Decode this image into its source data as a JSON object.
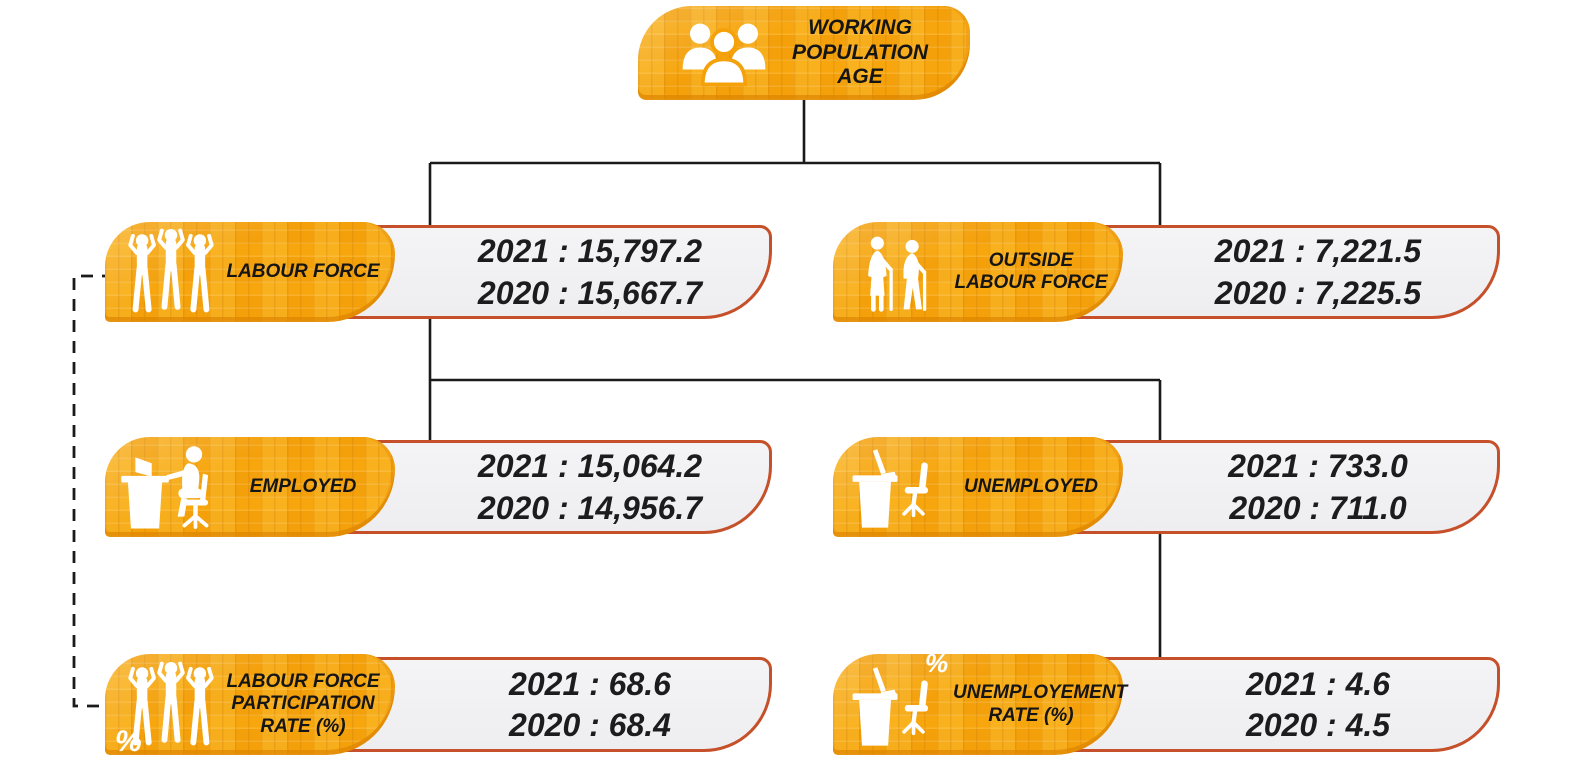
{
  "palette": {
    "badge_yellow": "#F7A60D",
    "badge_yellow_light": "#FFCE4A",
    "badge_yellow_dark": "#DB8300",
    "panel_background": "#F1F1F4",
    "panel_border": "#C5502A",
    "connector_line": "#1A1A1A",
    "text_color": "#1C1C1C",
    "icon_color": "#FFFFFF"
  },
  "nodes": {
    "working_population_age": {
      "label": "WORKING POPULATION AGE",
      "icon": "people-group-icon"
    },
    "labour_force": {
      "label": "LABOUR FORCE",
      "icon": "labour-force-people-icon",
      "values": [
        "2021 : 15,797.2",
        "2020 : 15,667.7"
      ]
    },
    "outside_labour_force": {
      "label": "OUTSIDE LABOUR FORCE",
      "icon": "elderly-couple-icon",
      "values": [
        "2021 : 7,221.5",
        "2020 : 7,225.5"
      ]
    },
    "employed": {
      "label": "EMPLOYED",
      "icon": "person-at-desk-icon",
      "values": [
        "2021 : 15,064.2",
        "2020 : 14,956.7"
      ]
    },
    "unemployed": {
      "label": "UNEMPLOYED",
      "icon": "empty-desk-icon",
      "values": [
        "2021 : 733.0",
        "2020 : 711.0"
      ]
    },
    "labour_force_participation_rate": {
      "label": "LABOUR FORCE PARTICIPATION RATE (%)",
      "icon": "labour-force-people-percent-icon",
      "percent_label": "%",
      "values": [
        "2021 : 68.6",
        "2020 : 68.4"
      ]
    },
    "unemployment_rate": {
      "label": "UNEMPLOYEMENT RATE (%)",
      "icon": "empty-desk-percent-icon",
      "percent_label": "%",
      "values": [
        "2021 : 4.6",
        "2020 : 4.5"
      ]
    }
  },
  "chart_data": {
    "type": "table",
    "title": "Working Population Age breakdown (flow diagram)",
    "categories": [
      "2021",
      "2020"
    ],
    "series": [
      {
        "name": "Labour Force",
        "values": [
          15797.2,
          15667.7
        ]
      },
      {
        "name": "Outside Labour Force",
        "values": [
          7221.5,
          7225.5
        ]
      },
      {
        "name": "Employed",
        "values": [
          15064.2,
          14956.7
        ]
      },
      {
        "name": "Unemployed",
        "values": [
          733.0,
          711.0
        ]
      },
      {
        "name": "Labour Force Participation Rate (%)",
        "values": [
          68.6,
          68.4
        ]
      },
      {
        "name": "Unemployment Rate (%)",
        "values": [
          4.6,
          4.5
        ]
      }
    ]
  }
}
